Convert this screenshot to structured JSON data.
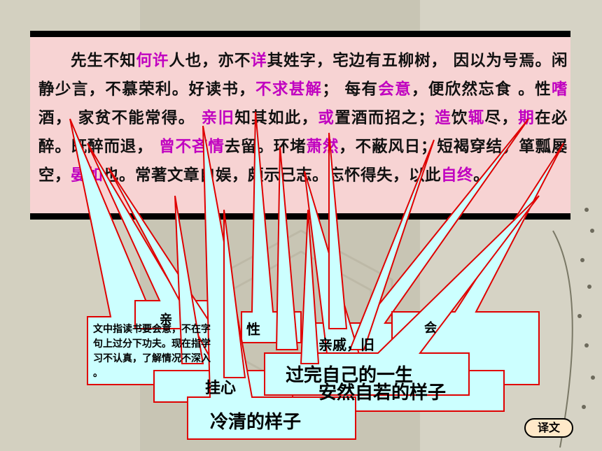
{
  "passage": {
    "segments": [
      {
        "t": "先生不知"
      },
      {
        "t": "何许",
        "k": true
      },
      {
        "t": "人也，亦不"
      },
      {
        "t": "详",
        "k": true
      },
      {
        "t": "其姓字，宅边有五柳树， 因以为号焉。闲静少言，不慕荣利。好读书，"
      },
      {
        "t": "不求甚解",
        "k": true
      },
      {
        "t": "； 每有"
      },
      {
        "t": "会意",
        "k": true
      },
      {
        "t": "，便欣然忘食 。性"
      },
      {
        "t": "嗜",
        "k": true
      },
      {
        "t": "酒， 家贫不能常得。 "
      },
      {
        "t": "亲旧",
        "k": true
      },
      {
        "t": "知其如此，"
      },
      {
        "t": "或",
        "k": true
      },
      {
        "t": "置酒而招之；"
      },
      {
        "t": "造",
        "k": true
      },
      {
        "t": "饮"
      },
      {
        "t": "辄",
        "k": true
      },
      {
        "t": "尽，"
      },
      {
        "t": "期",
        "k": true
      },
      {
        "t": "在必醉。既醉而退， "
      },
      {
        "t": "曾不吝情",
        "k": true
      },
      {
        "t": "去留。环堵"
      },
      {
        "t": "萧然",
        "k": true
      },
      {
        "t": "，不蔽风日；短褐穿结，箪瓢屡空，"
      },
      {
        "t": "晏如",
        "k": true
      },
      {
        "t": "也。常著文章自娱，颇示己志。忘怀得失，以此"
      },
      {
        "t": "自终",
        "k": true
      },
      {
        "t": "。"
      }
    ]
  },
  "annotations": {
    "a1": "文中指读书要会意，不在字句上过分下功夫。现在指学习不认真，了解情况不深入。",
    "a2": "亲",
    "a3": "性",
    "a4": "亲戚，旧",
    "a5": "会",
    "a6": "挂心",
    "a7": "安然自若的样子",
    "a8": "过完自己的一生",
    "a9": "冷清的样子"
  },
  "buttons": {
    "translate": "译文"
  },
  "colors": {
    "keyword": "#c000c0",
    "callout_fill": "#ccffff",
    "callout_border": "#e00000"
  }
}
